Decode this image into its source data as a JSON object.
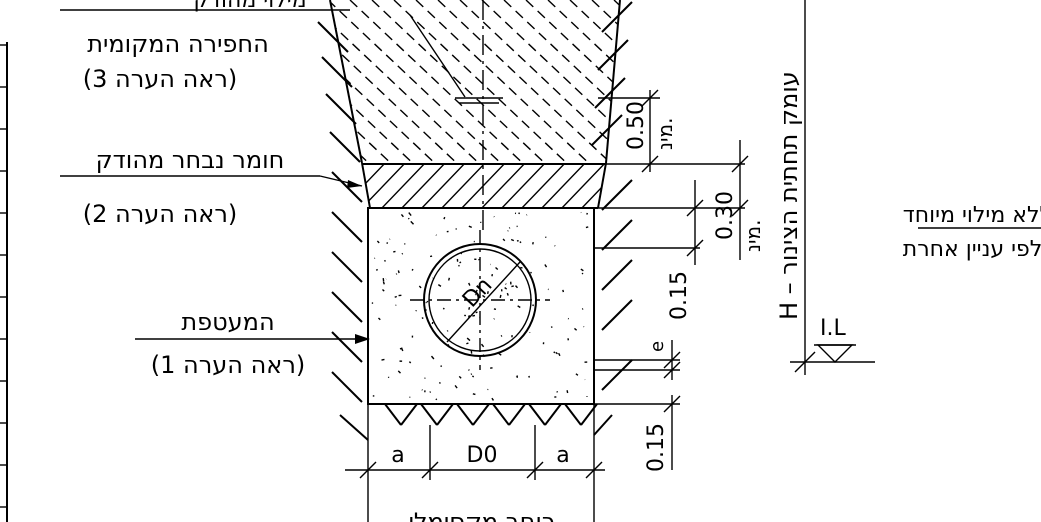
{
  "labels": {
    "top_cut": "מילוי מהודק",
    "local_excavation": "החפירה המקומית",
    "note3": "(ראה הערה 3)",
    "selected_material": "חומר נבחר מהודק",
    "note2": "(ראה הערה 2)",
    "envelope": "המעטפת",
    "note1": "(ראה הערה 1)",
    "pipe_dn": "Dn",
    "dim_050": "0.50",
    "dim_030": "0.30",
    "dim_015_upper": "0.15",
    "dim_015_lower": "0.15",
    "min_1": "מינ.",
    "min_2": "מינ.",
    "e_label": "e",
    "a_left": "a",
    "d0": "D0",
    "a_right": "a",
    "bottom_label": "רוחב מקסימלי",
    "h_label": "H – עומק תחתית הצינור",
    "il_label": "I.L",
    "right_text_1": "ללא מילוי מיוחד",
    "right_text_2": "או לפי עניין אחרת"
  }
}
